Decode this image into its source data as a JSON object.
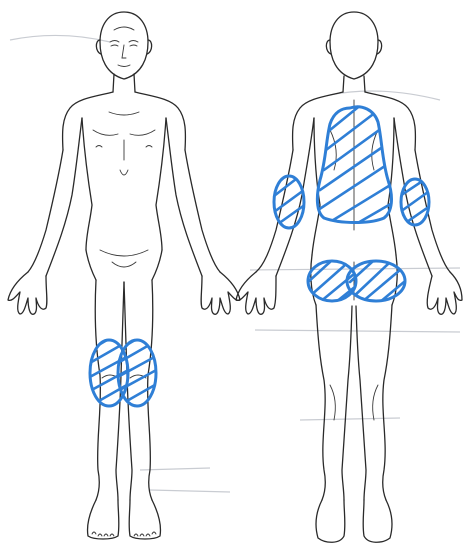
{
  "diagram": {
    "views": [
      "front",
      "back"
    ],
    "marked_regions": [
      {
        "view": "front",
        "region": "left-knee"
      },
      {
        "view": "front",
        "region": "right-knee"
      },
      {
        "view": "back",
        "region": "upper-back"
      },
      {
        "view": "back",
        "region": "left-elbow"
      },
      {
        "view": "back",
        "region": "right-elbow"
      },
      {
        "view": "back",
        "region": "left-buttock"
      },
      {
        "view": "back",
        "region": "right-buttock"
      }
    ],
    "colors": {
      "marking": "#2f7fd6",
      "outline": "#2a2a2a",
      "background": "#ffffff",
      "bleed_through": "#c9ccd2"
    }
  }
}
